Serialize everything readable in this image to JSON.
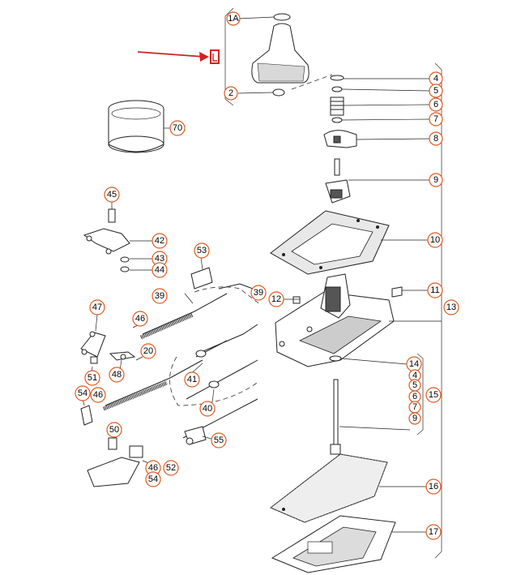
{
  "callouts": {
    "p1a": "1A",
    "p2": "2",
    "p4a": "4",
    "p5a": "5",
    "p6a": "6",
    "p7a": "7",
    "p8": "8",
    "p9a": "9",
    "p10": "10",
    "p11": "11",
    "p12": "12",
    "p13": "13",
    "p14": "14",
    "p4b": "4",
    "p5b": "5",
    "p6b": "6",
    "p7b": "7",
    "p9b": "9",
    "p15": "15",
    "p16": "16",
    "p17": "17",
    "p70": "70",
    "p45": "45",
    "p42": "42",
    "p43": "43",
    "p44": "44",
    "p53": "53",
    "p39a": "39",
    "p39b": "39",
    "p47": "47",
    "p46a": "46",
    "p20": "20",
    "p48": "48",
    "p51": "51",
    "p41": "41",
    "p54a": "54",
    "p46b": "46",
    "p40": "40",
    "p50": "50",
    "p55": "55",
    "p46c": "46",
    "p52": "52",
    "p54b": "54"
  },
  "colors": {
    "callout_stroke": "#e05a1e",
    "marker_arrow": "#d42020"
  },
  "icons": {
    "selection_marker": "selection-marker-icon"
  }
}
